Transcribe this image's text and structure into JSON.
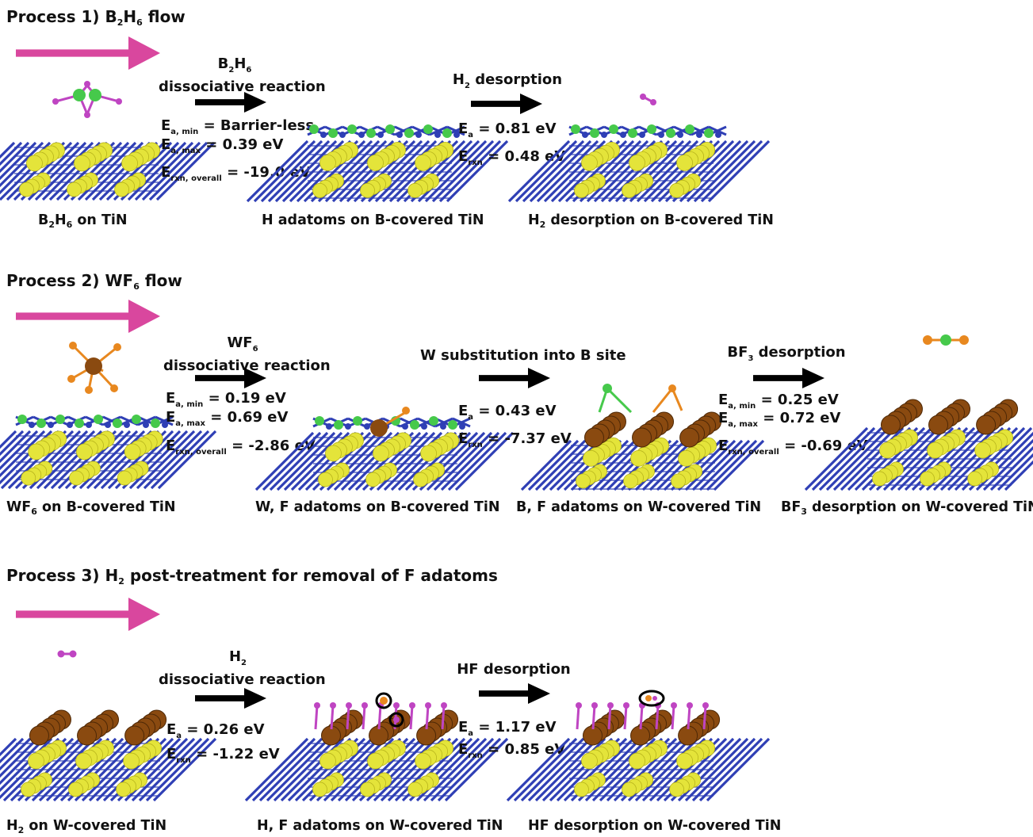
{
  "processes": [
    {
      "title": {
        "prefix": "Process 1) B",
        "s1": "2",
        "mid": "H",
        "s2": "6",
        "suffix": " flow"
      },
      "structures": [
        {
          "pre": "B",
          "s1": "2",
          "mid": "H",
          "s2": "6",
          "post": " on TiN"
        },
        {
          "text": "H adatoms on B-covered TiN"
        },
        {
          "pre": "H",
          "s1": "2",
          "post": " desorption on B-covered TiN"
        }
      ],
      "steps": [
        {
          "reactant": {
            "pre": "B",
            "s1": "2",
            "mid": "H",
            "s2": "6"
          },
          "name": "dissociative reaction",
          "energies": [
            {
              "sym": "E",
              "sub": "a, min",
              "value": "= Barrier-less"
            },
            {
              "sym": "E",
              "sub": "a, max",
              "value": "= 0.39 eV"
            },
            {
              "sym": "E",
              "sub": "rxn, overall",
              "value": "= -19.0 eV"
            }
          ]
        },
        {
          "name_pre": "H",
          "name_sub": "2",
          "name_post": " desorption",
          "energies": [
            {
              "sym": "E",
              "sub": "a",
              "value": "= 0.81 eV"
            },
            {
              "sym": "E",
              "sub": "rxn",
              "value": "= 0.48 eV"
            }
          ]
        }
      ]
    },
    {
      "title": {
        "prefix": "Process 2) WF",
        "s1": "6",
        "suffix": " flow"
      },
      "structures": [
        {
          "pre": "WF",
          "s1": "6",
          "post": " on B-covered TiN"
        },
        {
          "text": "W, F adatoms on B-covered TiN"
        },
        {
          "text": "B, F adatoms on W-covered TiN"
        },
        {
          "pre": "BF",
          "s1": "3",
          "post": " desorption on W-covered TiN"
        }
      ],
      "steps": [
        {
          "reactant": {
            "pre": "WF",
            "s1": "6"
          },
          "name": "dissociative reaction",
          "energies": [
            {
              "sym": "E",
              "sub": "a, min",
              "value": "= 0.19 eV"
            },
            {
              "sym": "E",
              "sub": "a, max",
              "value": "= 0.69 eV"
            },
            {
              "sym": "E",
              "sub": "rxn, overall",
              "value": "= -2.86 eV"
            }
          ]
        },
        {
          "name": "W substitution into B site",
          "energies": [
            {
              "sym": "E",
              "sub": "a",
              "value": "= 0.43 eV"
            },
            {
              "sym": "E",
              "sub": "rxn",
              "value": "= -7.37 eV"
            }
          ]
        },
        {
          "name_pre": "BF",
          "name_sub": "3",
          "name_post": " desorption",
          "energies": [
            {
              "sym": "E",
              "sub": "a, min",
              "value": "= 0.25 eV"
            },
            {
              "sym": "E",
              "sub": "a, max",
              "value": "= 0.72 eV"
            },
            {
              "sym": "E",
              "sub": "rxn, overall",
              "value": "= -0.69 eV"
            }
          ]
        }
      ]
    },
    {
      "title": {
        "prefix": "Process 3) H",
        "s1": "2",
        "suffix": " post-treatment for removal of F adatoms"
      },
      "structures": [
        {
          "pre": "H",
          "s1": "2",
          "post": " on W-covered TiN"
        },
        {
          "text": "H, F adatoms on W-covered TiN"
        },
        {
          "text": "HF desorption on W-covered TiN"
        }
      ],
      "steps": [
        {
          "reactant": {
            "pre": "H",
            "s1": "2"
          },
          "name": "dissociative reaction",
          "energies": [
            {
              "sym": "E",
              "sub": "a",
              "value": "= 0.26 eV"
            },
            {
              "sym": "E",
              "sub": "rxn",
              "value": "= -1.22 eV"
            }
          ]
        },
        {
          "name": "HF desorption",
          "energies": [
            {
              "sym": "E",
              "sub": "a",
              "value": "= 1.17 eV"
            },
            {
              "sym": "E",
              "sub": "rxn",
              "value": "= 0.85 eV"
            }
          ]
        }
      ]
    }
  ],
  "colors": {
    "flow_arrow": "#d9479e",
    "step_arrow": "#000000",
    "N": "#2f3fb5",
    "Ti": "#e4e43a",
    "B": "#46c94b",
    "W": "#8a4a10",
    "F": "#e8881f",
    "H": "#bf45c2"
  }
}
